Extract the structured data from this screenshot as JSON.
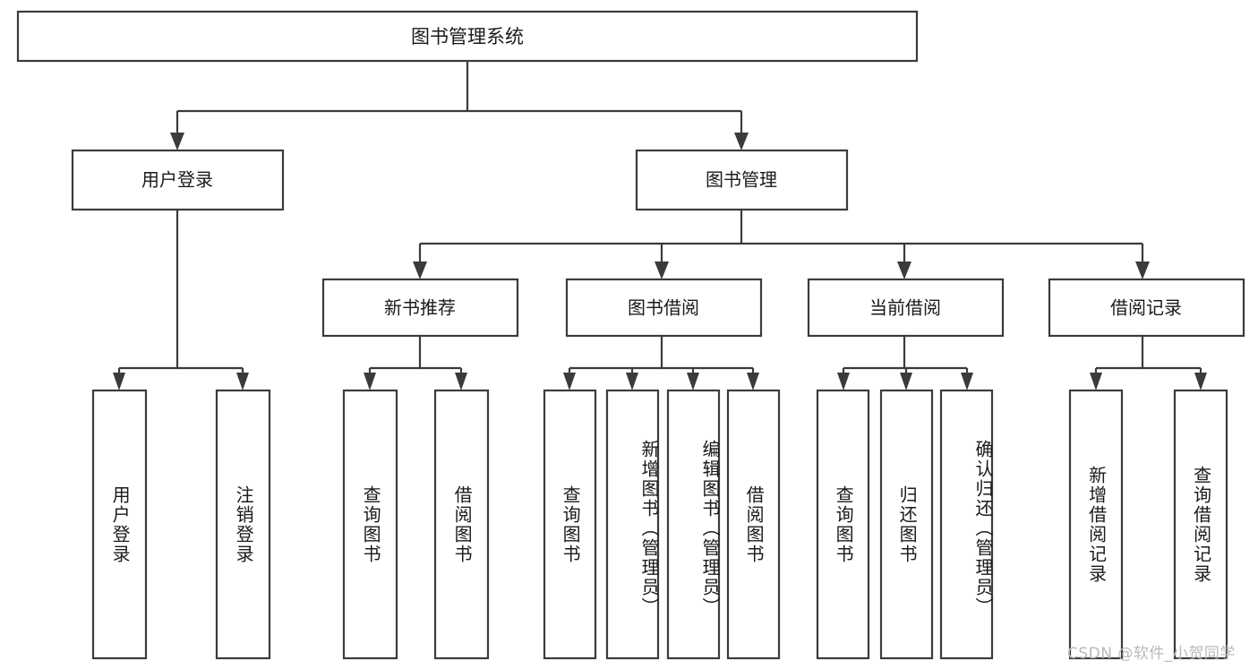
{
  "diagram": {
    "type": "tree-hierarchy",
    "title": "图书管理系统",
    "colors": {
      "box_stroke": "#3b3b3b",
      "box_fill": "#ffffff",
      "text": "#1a1a1a",
      "background": "#ffffff",
      "watermark": "#b9b9b9"
    },
    "root": {
      "label": "图书管理系统"
    },
    "level2": [
      {
        "label": "用户登录"
      },
      {
        "label": "图书管理"
      }
    ],
    "level3": [
      {
        "label": "新书推荐"
      },
      {
        "label": "图书借阅"
      },
      {
        "label": "当前借阅"
      },
      {
        "label": "借阅记录"
      }
    ],
    "leaves": {
      "user_login": [
        {
          "label": "用户登录"
        },
        {
          "label": "注销登录"
        }
      ],
      "new_book_recommend": [
        {
          "label": "查询图书"
        },
        {
          "label": "借阅图书"
        }
      ],
      "book_borrow": [
        {
          "label": "查询图书"
        },
        {
          "label": "新增图书（管理员）"
        },
        {
          "label": "编辑图书（管理员）"
        },
        {
          "label": "借阅图书"
        }
      ],
      "current_borrow": [
        {
          "label": "查询图书"
        },
        {
          "label": "归还图书"
        },
        {
          "label": "确认归还（管理员）"
        }
      ],
      "borrow_record": [
        {
          "label": "新增借阅记录"
        },
        {
          "label": "查询借阅记录"
        }
      ]
    },
    "watermark": "CSDN @软件_小贺同学"
  }
}
